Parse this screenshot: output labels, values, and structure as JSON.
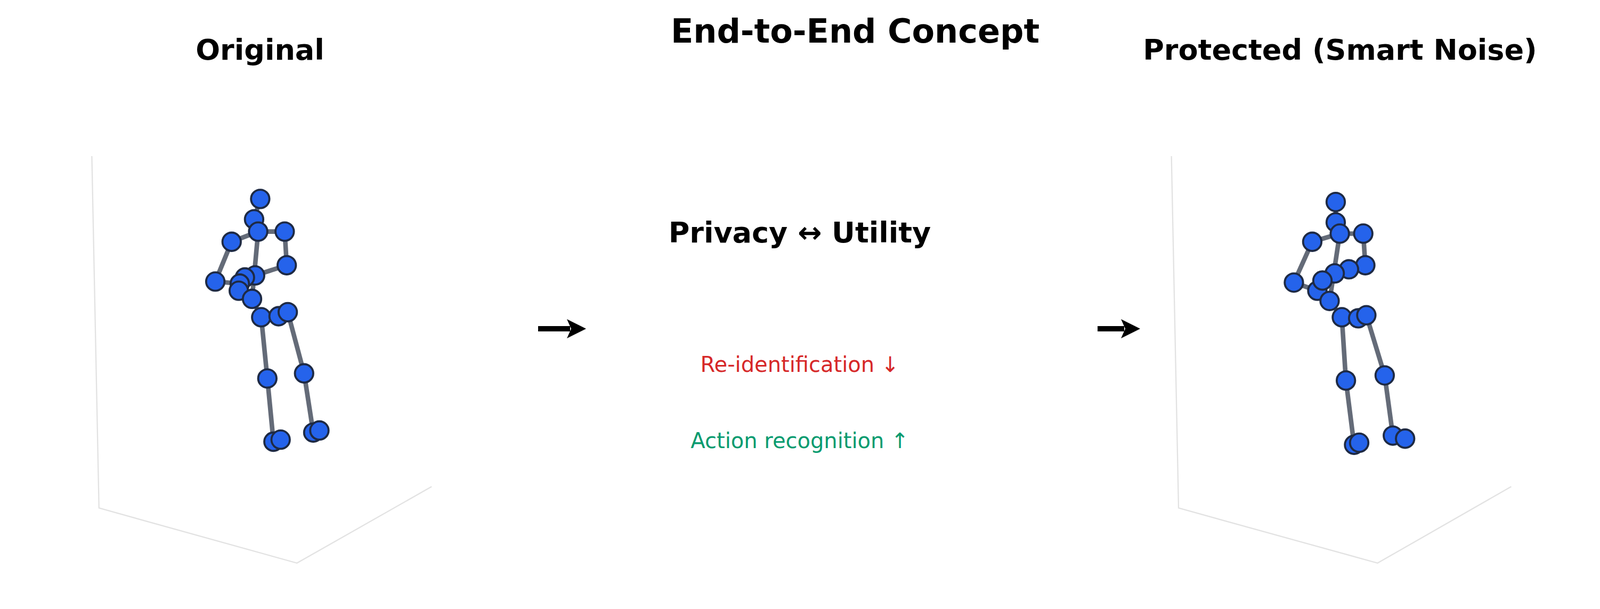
{
  "diagram": {
    "title": "End-to-End Concept",
    "nodes": [
      {
        "text": [
          "Original"
        ]
      },
      {
        "text": [
          "Privacy ↔ Utility",
          "Re-identification ↓",
          "Action recognition ↑"
        ]
      },
      {
        "text": [
          "Protected (Smart Noise)"
        ]
      }
    ],
    "edges": [
      {
        "from": 0,
        "to": 1,
        "arrow": "to"
      },
      {
        "from": 1,
        "to": 2,
        "arrow": "to"
      }
    ]
  }
}
